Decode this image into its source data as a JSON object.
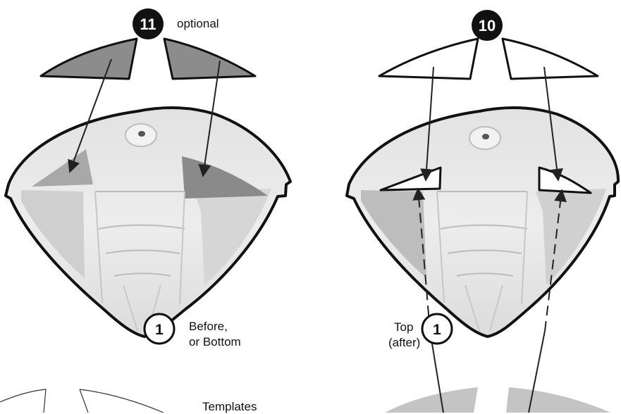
{
  "colors": {
    "background": "#ffffff",
    "outline": "#111111",
    "part_shaded": "#8c8c8c",
    "template_shaded": "#c4c4c4",
    "body_light": "#ececec",
    "body_mid": "#d2d2d2",
    "body_dark": "#b4b4b4"
  },
  "icons": {
    "step_badge": "number-circle",
    "arrow": "arrow-pointer"
  },
  "left_panel": {
    "step_badge": "11",
    "step_caption": "optional",
    "part_badge": "1",
    "part_caption_line1": "Before,",
    "part_caption_line2": "or Bottom",
    "templates_label": "Templates"
  },
  "right_panel": {
    "step_badge": "10",
    "part_badge": "1",
    "part_caption_line1": "Top",
    "part_caption_line2": "(after)"
  }
}
